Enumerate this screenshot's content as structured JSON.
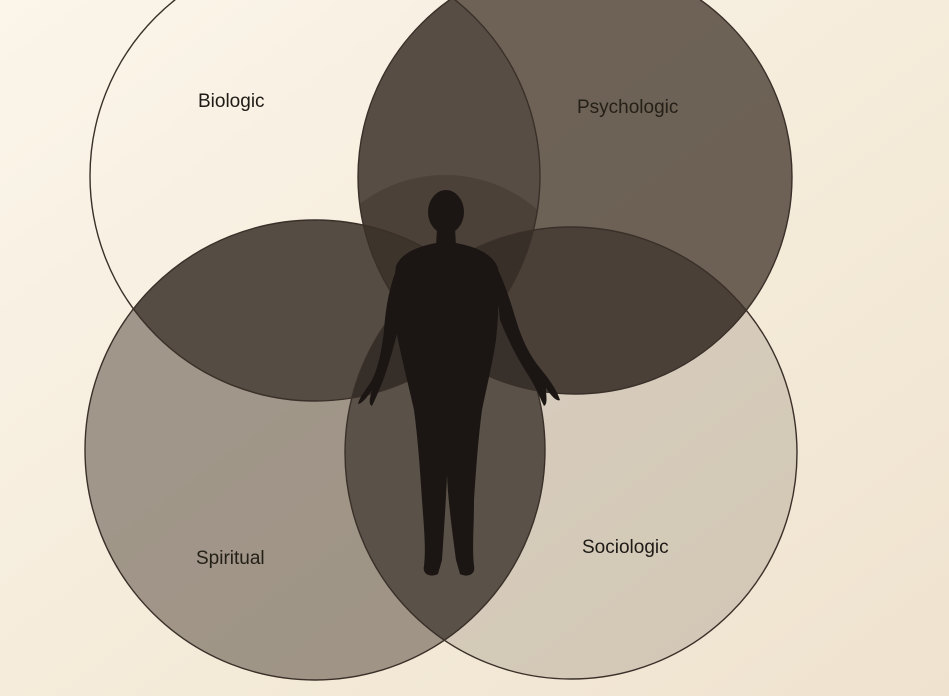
{
  "diagram": {
    "circles": [
      {
        "id": "biologic",
        "label": "Biologic",
        "fill": "#ffffff",
        "fill_opacity": 0.0
      },
      {
        "id": "psychologic",
        "label": "Psychologic",
        "fill": "#5e5247",
        "fill_opacity": 0.9
      },
      {
        "id": "spiritual",
        "label": "Spiritual",
        "fill": "#5a4e43",
        "fill_opacity": 0.55
      },
      {
        "id": "sociologic",
        "label": "Sociologic",
        "fill": "#4b4036",
        "fill_opacity": 0.18
      }
    ],
    "center_shade": "#3d332b",
    "center_figure": "human-silhouette-icon",
    "figure_color": "#1b1613",
    "paper_color": "#f7efe1",
    "stroke_color": "#3a3029"
  }
}
